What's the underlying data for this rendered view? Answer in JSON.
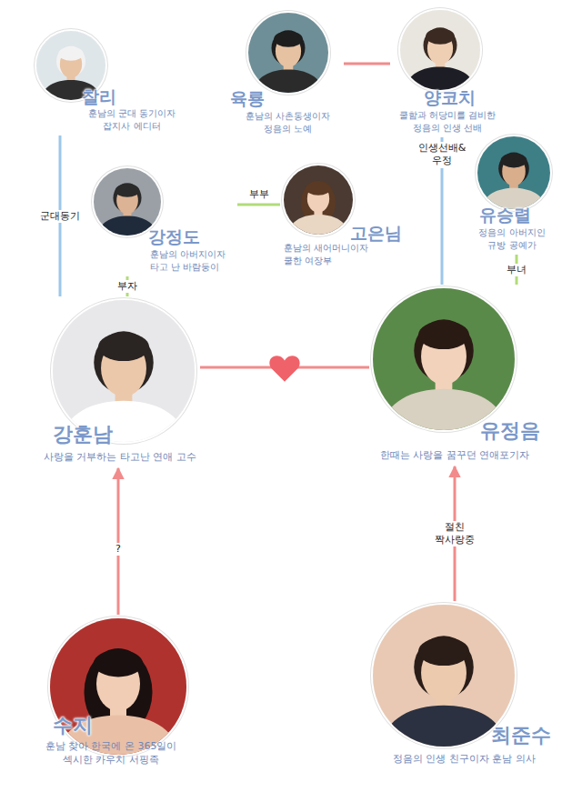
{
  "diagram": {
    "nodes": [
      {
        "text": [
          "찰리",
          "훈남의 군대 동기이자 잡지사 에디터"
        ]
      },
      {
        "text": [
          "육룡",
          "훈남의 사촌동생이자 정음의 노예"
        ]
      },
      {
        "text": [
          "양코치",
          "쿨함과 허당미를 겸비한 정음의 인생 선배"
        ]
      },
      {
        "text": [
          "유승렬",
          "정음의 아버지인 규방 공예가"
        ]
      },
      {
        "text": [
          "강정도",
          "훈남의 아버지이자 타고 난 바람둥이"
        ]
      },
      {
        "text": [
          "고은님",
          "훈남의 새어머니이자 쿨한 여장부"
        ]
      },
      {
        "text": [
          "강훈남",
          "사랑을 거부하는 타고난 연애 고수"
        ]
      },
      {
        "text": [
          "유정음",
          "한때는 사랑을 꿈꾸던 연애포기자"
        ]
      },
      {
        "text": [
          "수지",
          "훈남 찾아 한국에 온 365일이 섹시한 카우치 서핑족"
        ]
      },
      {
        "text": [
          "최준수",
          "정음의 인생 친구이자 훈남 의사"
        ]
      }
    ],
    "edges": [
      {
        "from": 0,
        "to": 6,
        "arrow": "none",
        "label": "군대동기"
      },
      {
        "from": 1,
        "to": 2,
        "arrow": "none"
      },
      {
        "from": 2,
        "to": 7,
        "arrow": "none",
        "label": "인생선배& 우정"
      },
      {
        "from": 4,
        "to": 5,
        "arrow": "none",
        "label": "부부"
      },
      {
        "from": 4,
        "to": 6,
        "arrow": "none",
        "label": "부자"
      },
      {
        "from": 3,
        "to": 7,
        "arrow": "none",
        "label": "부녀"
      },
      {
        "from": 6,
        "to": 7,
        "arrow": "none"
      },
      {
        "from": 8,
        "to": 6,
        "arrow": "to",
        "label": "?"
      },
      {
        "from": 9,
        "to": 7,
        "arrow": "to",
        "label": "절친 짝사랑중"
      }
    ]
  }
}
